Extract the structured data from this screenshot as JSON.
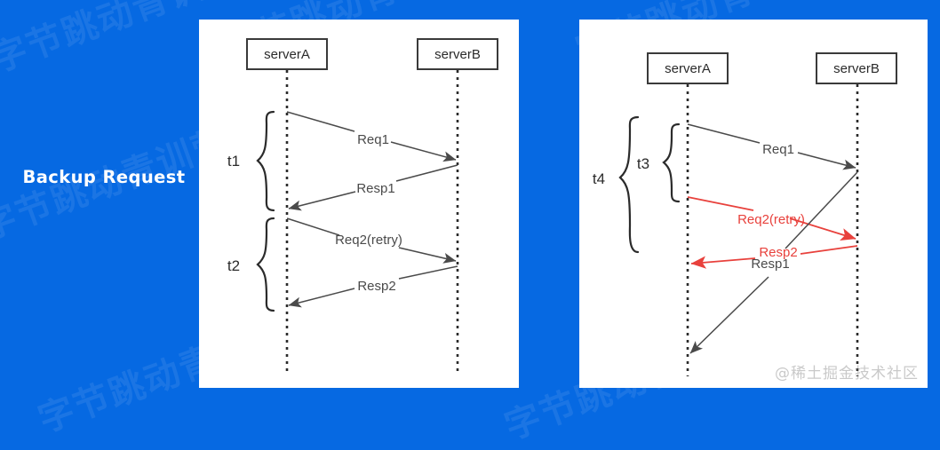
{
  "slide": {
    "title": "Backup Request",
    "background_color": "#0669e2",
    "panel_background": "#ffffff",
    "accent_red": "#e8413c",
    "ink": "#2b2b2b"
  },
  "background_watermark": {
    "text": "字节跳动青训营",
    "note": "faint repeated diagonal watermark on blue background"
  },
  "corner_watermark": {
    "text": "@稀土掘金技术社区"
  },
  "diagrams": [
    {
      "id": "left-diagram",
      "name": "sequential-retry",
      "participants": [
        {
          "id": "a",
          "label": "serverA"
        },
        {
          "id": "b",
          "label": "serverB"
        }
      ],
      "brackets": [
        {
          "id": "t1",
          "label": "t1"
        },
        {
          "id": "t2",
          "label": "t2"
        }
      ],
      "messages": [
        {
          "id": "m1",
          "label": "Req1",
          "from": "a",
          "to": "b",
          "color": "dark"
        },
        {
          "id": "m2",
          "label": "Resp1",
          "from": "b",
          "to": "a",
          "color": "dark"
        },
        {
          "id": "m3",
          "label": "Req2(retry)",
          "from": "a",
          "to": "b",
          "color": "dark"
        },
        {
          "id": "m4",
          "label": "Resp2",
          "from": "b",
          "to": "a",
          "color": "dark"
        }
      ]
    },
    {
      "id": "right-diagram",
      "name": "backup-request-overlap",
      "participants": [
        {
          "id": "a",
          "label": "serverA"
        },
        {
          "id": "b",
          "label": "serverB"
        }
      ],
      "brackets": [
        {
          "id": "t3",
          "label": "t3"
        },
        {
          "id": "t4",
          "label": "t4"
        }
      ],
      "messages": [
        {
          "id": "m1",
          "label": "Req1",
          "from": "a",
          "to": "b",
          "color": "dark"
        },
        {
          "id": "m2",
          "label": "Req2(retry)",
          "from": "a",
          "to": "b",
          "color": "red"
        },
        {
          "id": "m3",
          "label": "Resp2",
          "from": "b",
          "to": "a",
          "color": "red"
        },
        {
          "id": "m4",
          "label": "Resp1",
          "from": "b",
          "to": "a",
          "color": "dark"
        }
      ]
    }
  ]
}
